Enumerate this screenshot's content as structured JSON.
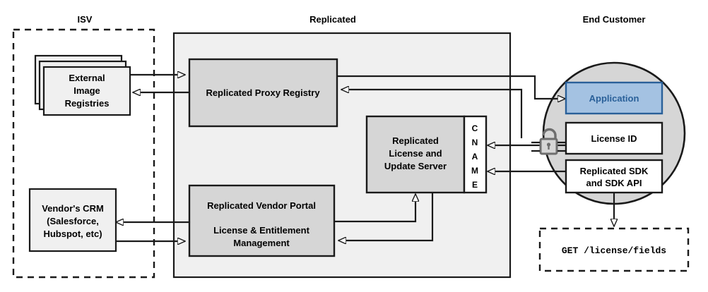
{
  "diagram": {
    "title_area": {
      "isv": "ISV",
      "replicated": "Replicated",
      "end_customer": "End Customer"
    },
    "isv_zone": {
      "label": "ISV",
      "boxes": [
        {
          "id": "external-image-registries",
          "lines": [
            "External",
            "Image",
            "Registries"
          ],
          "stacked": true
        },
        {
          "id": "vendor-crm",
          "lines": [
            "Vendor's CRM",
            "(Salesforce,",
            "Hubspot, etc)"
          ],
          "stacked": false
        }
      ]
    },
    "replicated_zone": {
      "label": "Replicated",
      "boxes": [
        {
          "id": "replicated-proxy-registry",
          "lines": [
            "Replicated Proxy Registry"
          ]
        },
        {
          "id": "replicated-license-update-server",
          "lines": [
            "Replicated",
            "License and",
            "Update Server"
          ]
        },
        {
          "id": "cname-strip",
          "letters": [
            "C",
            "N",
            "A",
            "M",
            "E"
          ]
        },
        {
          "id": "replicated-vendor-portal",
          "lines": [
            "Replicated Vendor Portal",
            "",
            "License & Entitlement",
            "Management"
          ]
        }
      ]
    },
    "end_customer_zone": {
      "label": "End Customer",
      "boxes": [
        {
          "id": "application",
          "lines": [
            "Application"
          ],
          "fill": "#a4c2e2",
          "stroke": "#2a6099",
          "text_color": "#2a6099"
        },
        {
          "id": "license-id",
          "lines": [
            "License ID"
          ],
          "fill": "#ffffff"
        },
        {
          "id": "replicated-sdk",
          "lines": [
            "Replicated SDK",
            "and SDK API"
          ],
          "fill": "#ffffff"
        }
      ],
      "icons": [
        {
          "id": "unlocked-padlock-icon",
          "name": "unlock-icon"
        }
      ],
      "api_call_box": {
        "id": "api-call",
        "text": "GET /license/fields",
        "dashed": true
      }
    },
    "colors": {
      "zone_fill": "#f0f0f0",
      "box_fill": "#d6d6d6",
      "light_box_fill": "#f0f0f0",
      "circle_fill": "#d6d6d6",
      "accent_blue": "#a4c2e2",
      "accent_blue_text": "#2a6099",
      "stroke": "#1a1a1a",
      "icon_gray": "#6e6e6e",
      "white": "#ffffff"
    }
  }
}
